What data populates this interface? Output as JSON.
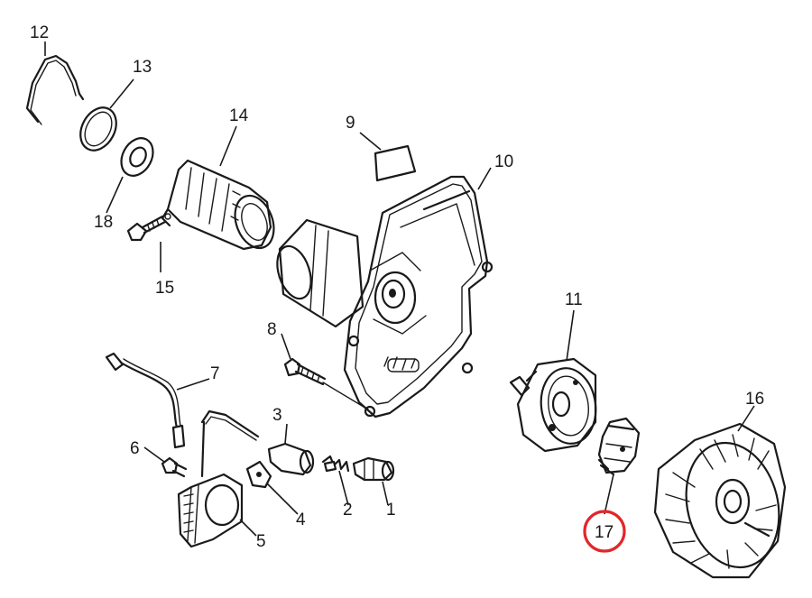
{
  "diagram": {
    "callouts": [
      {
        "id": "c1",
        "label": "1"
      },
      {
        "id": "c2",
        "label": "2"
      },
      {
        "id": "c3",
        "label": "3"
      },
      {
        "id": "c4",
        "label": "4"
      },
      {
        "id": "c5",
        "label": "5"
      },
      {
        "id": "c6",
        "label": "6"
      },
      {
        "id": "c7",
        "label": "7"
      },
      {
        "id": "c8",
        "label": "8"
      },
      {
        "id": "c9",
        "label": "9"
      },
      {
        "id": "c10",
        "label": "10"
      },
      {
        "id": "c11",
        "label": "11"
      },
      {
        "id": "c12",
        "label": "12"
      },
      {
        "id": "c13",
        "label": "13"
      },
      {
        "id": "c14",
        "label": "14"
      },
      {
        "id": "c15",
        "label": "15"
      },
      {
        "id": "c16",
        "label": "16"
      },
      {
        "id": "c17",
        "label": "17"
      },
      {
        "id": "c18",
        "label": "18"
      }
    ],
    "highlighted_callout": "17",
    "colors": {
      "line": "#1a1a1a",
      "highlight": "#e3262b",
      "background": "#ffffff"
    }
  }
}
